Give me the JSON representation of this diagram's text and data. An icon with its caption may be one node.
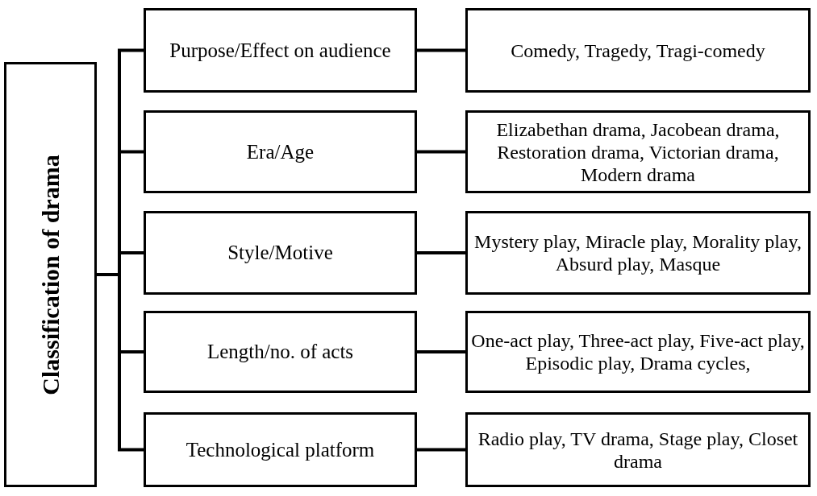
{
  "diagram": {
    "nodes": [
      {
        "text": [
          "Classification of drama"
        ]
      },
      {
        "text": [
          "Purpose/Effect on audience"
        ]
      },
      {
        "text": [
          "Comedy, Tragedy, Tragi-comedy"
        ]
      },
      {
        "text": [
          "Era/Age"
        ]
      },
      {
        "text": [
          "Elizabethan drama, Jacobean drama, Restoration drama, Victorian drama, Modern drama"
        ]
      },
      {
        "text": [
          "Style/Motive"
        ]
      },
      {
        "text": [
          "Mystery play, Miracle play, Morality play, Absurd play, Masque"
        ]
      },
      {
        "text": [
          "Length/no. of acts"
        ]
      },
      {
        "text": [
          "One-act play, Three-act play, Five-act play, Episodic play, Drama cycles,"
        ]
      },
      {
        "text": [
          "Technological platform"
        ]
      },
      {
        "text": [
          "Radio play, TV drama, Stage play, Closet drama"
        ]
      }
    ],
    "edges": [
      {
        "from": 0,
        "to": 1,
        "arrow": "none"
      },
      {
        "from": 0,
        "to": 3,
        "arrow": "none"
      },
      {
        "from": 0,
        "to": 5,
        "arrow": "none"
      },
      {
        "from": 0,
        "to": 7,
        "arrow": "none"
      },
      {
        "from": 0,
        "to": 9,
        "arrow": "none"
      },
      {
        "from": 1,
        "to": 2,
        "arrow": "none"
      },
      {
        "from": 3,
        "to": 4,
        "arrow": "none"
      },
      {
        "from": 5,
        "to": 6,
        "arrow": "none"
      },
      {
        "from": 7,
        "to": 8,
        "arrow": "none"
      },
      {
        "from": 9,
        "to": 10,
        "arrow": "none"
      }
    ]
  }
}
